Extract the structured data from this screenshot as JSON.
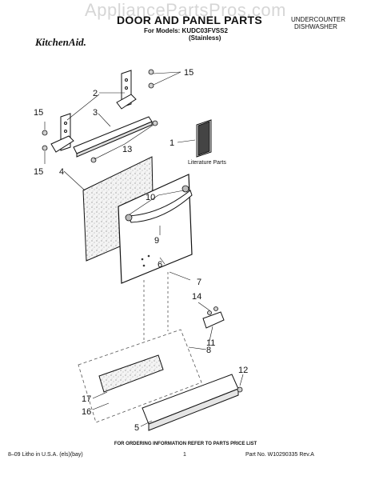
{
  "watermark": "AppliancePartsPros.com",
  "header": {
    "title": "DOOR AND PANEL PARTS",
    "models": "For Models: KUDC03FVSS2",
    "variant": "(Stainless)",
    "category_line1": "UNDERCOUNTER",
    "category_line2": "DISHWASHER",
    "brand": "KitchenAid."
  },
  "diagram": {
    "literature_label": "Literature Parts",
    "callouts": {
      "c1": "1",
      "c2": "2",
      "c3": "3",
      "c4": "4",
      "c5": "5",
      "c6": "6",
      "c7": "7",
      "c8": "8",
      "c9": "9",
      "c10": "10",
      "c11": "11",
      "c12": "12",
      "c13": "13",
      "c14": "14",
      "c15a": "15",
      "c15b": "15",
      "c15c": "15",
      "c16": "16",
      "c17": "17"
    }
  },
  "footer": {
    "ordering_info": "FOR ORDERING INFORMATION REFER TO PARTS PRICE LIST",
    "litho": "8–09 Litho in U.S.A. (els)(bay)",
    "page": "1",
    "part_no": "Part No. W10290335 Rev.A"
  }
}
